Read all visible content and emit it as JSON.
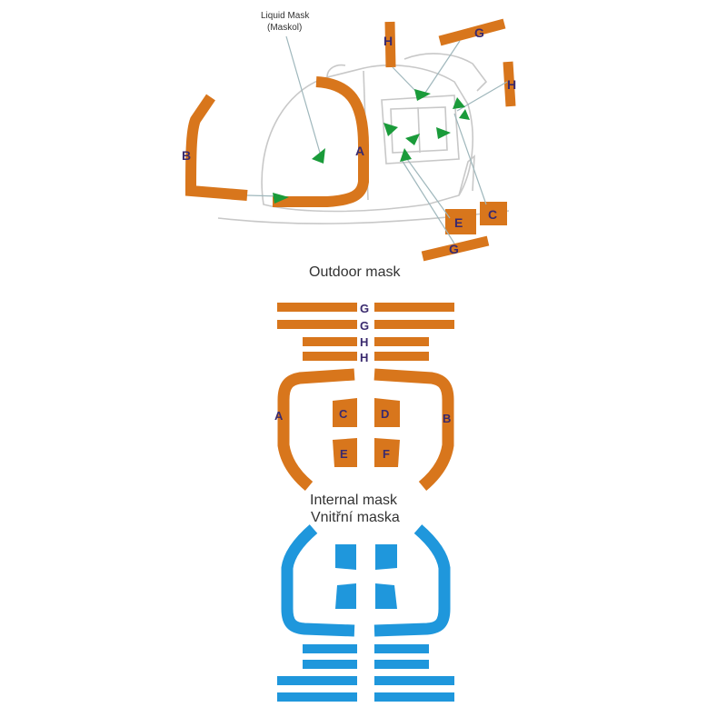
{
  "colors": {
    "orange": "#d8761c",
    "blue": "#1f97dc",
    "arrow": "#1a9b3a",
    "outline": "#c8c8c8",
    "letter": "#3a2a6e"
  },
  "outdoor": {
    "note_line1": "Liquid Mask",
    "note_line2": "(Maskol)",
    "caption": "Outdoor mask",
    "labels": {
      "a": "A",
      "b": "B",
      "c": "C",
      "e": "E",
      "g_top": "G",
      "g_bottom": "G",
      "h_top": "H",
      "h_right": "H"
    }
  },
  "internal": {
    "caption_line1": "Internal mask",
    "caption_line2": "Vnitřní maska",
    "strip_labels": [
      "G",
      "G",
      "H",
      "H"
    ],
    "labels": {
      "a": "A",
      "b": "B",
      "c": "C",
      "d": "D",
      "e": "E",
      "f": "F"
    }
  },
  "icons": {
    "arrow": "triangle-arrow-icon"
  }
}
